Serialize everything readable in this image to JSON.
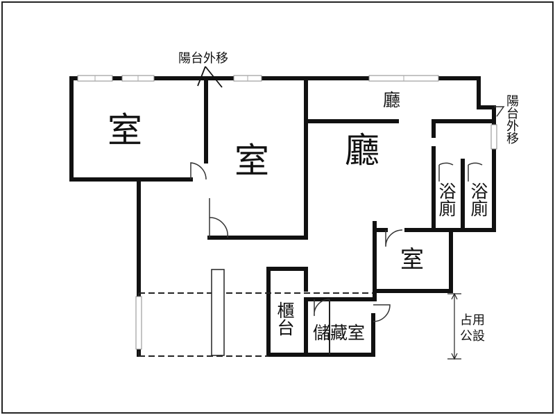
{
  "labels": {
    "balcony_top": "陽台外移",
    "balcony_right": "陽台外移",
    "room_1": "室",
    "room_2": "室",
    "living_top": "廳",
    "living_main": "廳",
    "bath_1": "浴廁",
    "bath_2": "浴廁",
    "room_3": "室",
    "cabinet": "櫃台",
    "storage": "儲藏室",
    "occupied_public": "占用公設"
  },
  "colors": {
    "wall": "#111111",
    "outline": "#222222",
    "window": "#bbbbbb"
  }
}
